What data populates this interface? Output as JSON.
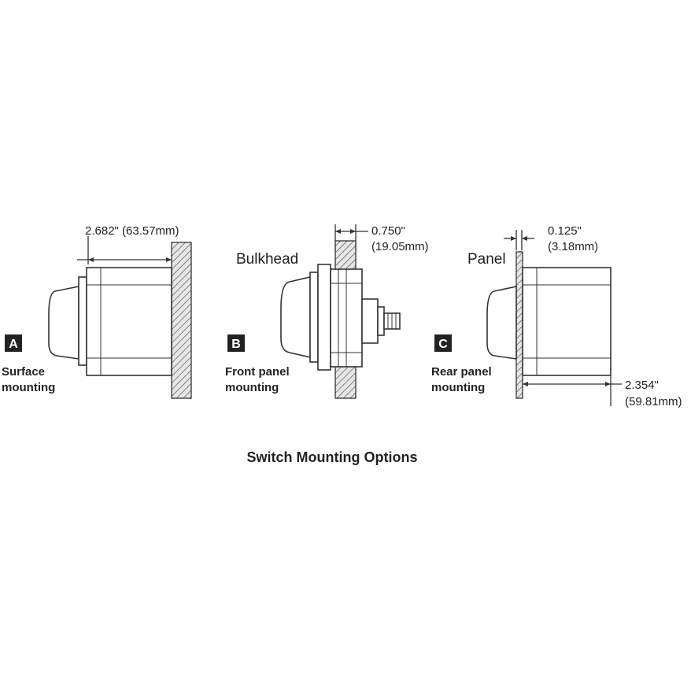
{
  "caption": "Switch Mounting Options",
  "options": [
    {
      "letter": "A",
      "label_line1": "Surface",
      "label_line2": "mounting",
      "dimension": "2.682\" (63.57mm)"
    },
    {
      "letter": "B",
      "label_line1": "Front panel",
      "label_line2": "mounting",
      "part_label": "Bulkhead",
      "dimension_line1": "0.750\"",
      "dimension_line2": "(19.05mm)"
    },
    {
      "letter": "C",
      "label_line1": "Rear panel",
      "label_line2": "mounting",
      "part_label": "Panel",
      "dimension_top_line1": "0.125\"",
      "dimension_top_line2": "(3.18mm)",
      "dimension_bottom_line1": "2.354\"",
      "dimension_bottom_line2": "(59.81mm)"
    }
  ]
}
